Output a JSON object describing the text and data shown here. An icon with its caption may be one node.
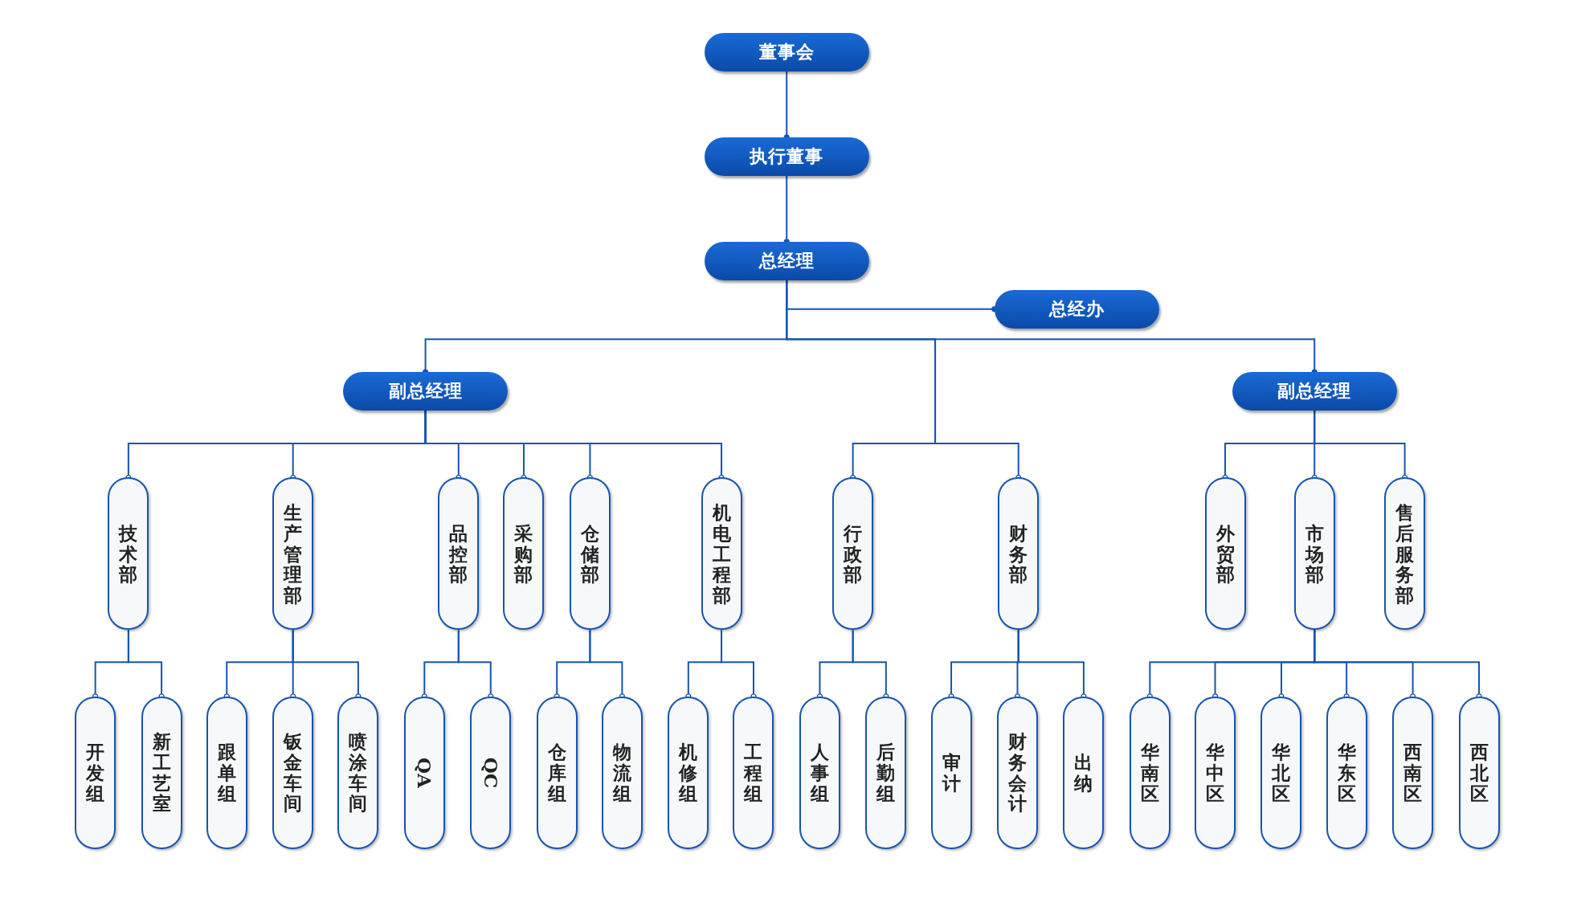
{
  "diagram": {
    "nodes": [
      {
        "text": [
          "董事会"
        ]
      },
      {
        "text": [
          "执行董事"
        ]
      },
      {
        "text": [
          "总经理"
        ]
      },
      {
        "text": [
          "总经办"
        ]
      },
      {
        "text": [
          "副总经理"
        ]
      },
      {
        "text": [
          "副总经理"
        ]
      },
      {
        "text": [
          "技术部"
        ]
      },
      {
        "text": [
          "生产管理部"
        ]
      },
      {
        "text": [
          "品控部"
        ]
      },
      {
        "text": [
          "采购部"
        ]
      },
      {
        "text": [
          "仓储部"
        ]
      },
      {
        "text": [
          "机电工程部"
        ]
      },
      {
        "text": [
          "行政部"
        ]
      },
      {
        "text": [
          "财务部"
        ]
      },
      {
        "text": [
          "外贸部"
        ]
      },
      {
        "text": [
          "市场部"
        ]
      },
      {
        "text": [
          "售后服务部"
        ]
      },
      {
        "text": [
          "开发组"
        ]
      },
      {
        "text": [
          "新工艺室"
        ]
      },
      {
        "text": [
          "跟单组"
        ]
      },
      {
        "text": [
          "钣金车间"
        ]
      },
      {
        "text": [
          "喷涂车间"
        ]
      },
      {
        "text": [
          "QA"
        ]
      },
      {
        "text": [
          "QC"
        ]
      },
      {
        "text": [
          "仓库组"
        ]
      },
      {
        "text": [
          "物流组"
        ]
      },
      {
        "text": [
          "机修组"
        ]
      },
      {
        "text": [
          "工程组"
        ]
      },
      {
        "text": [
          "人事组"
        ]
      },
      {
        "text": [
          "后勤组"
        ]
      },
      {
        "text": [
          "审计"
        ]
      },
      {
        "text": [
          "财务会计"
        ]
      },
      {
        "text": [
          "出纳"
        ]
      },
      {
        "text": [
          "华南区"
        ]
      },
      {
        "text": [
          "华中区"
        ]
      },
      {
        "text": [
          "华北区"
        ]
      },
      {
        "text": [
          "华东区"
        ]
      },
      {
        "text": [
          "西南区"
        ]
      },
      {
        "text": [
          "西北区"
        ]
      }
    ],
    "edges": [
      {
        "from": 0,
        "to": 1,
        "arrow": "other"
      },
      {
        "from": 1,
        "to": 2,
        "arrow": "other"
      },
      {
        "from": 2,
        "to": 3,
        "arrow": "other"
      },
      {
        "from": 2,
        "to": 4,
        "arrow": "other"
      },
      {
        "from": 2,
        "to": 5,
        "arrow": "other"
      },
      {
        "from": 2,
        "to": 12,
        "arrow": "other"
      },
      {
        "from": 2,
        "to": 13,
        "arrow": "other"
      },
      {
        "from": 4,
        "to": 6,
        "arrow": "other"
      },
      {
        "from": 4,
        "to": 7,
        "arrow": "other"
      },
      {
        "from": 4,
        "to": 8,
        "arrow": "other"
      },
      {
        "from": 4,
        "to": 9,
        "arrow": "other"
      },
      {
        "from": 4,
        "to": 10,
        "arrow": "other"
      },
      {
        "from": 4,
        "to": 11,
        "arrow": "other"
      },
      {
        "from": 5,
        "to": 14,
        "arrow": "other"
      },
      {
        "from": 5,
        "to": 15,
        "arrow": "other"
      },
      {
        "from": 5,
        "to": 16,
        "arrow": "other"
      },
      {
        "from": 6,
        "to": 17,
        "arrow": "other"
      },
      {
        "from": 6,
        "to": 18,
        "arrow": "other"
      },
      {
        "from": 7,
        "to": 19,
        "arrow": "other"
      },
      {
        "from": 7,
        "to": 20,
        "arrow": "other"
      },
      {
        "from": 7,
        "to": 21,
        "arrow": "other"
      },
      {
        "from": 8,
        "to": 22,
        "arrow": "other"
      },
      {
        "from": 8,
        "to": 23,
        "arrow": "other"
      },
      {
        "from": 10,
        "to": 24,
        "arrow": "other"
      },
      {
        "from": 10,
        "to": 25,
        "arrow": "other"
      },
      {
        "from": 11,
        "to": 26,
        "arrow": "other"
      },
      {
        "from": 11,
        "to": 27,
        "arrow": "other"
      },
      {
        "from": 12,
        "to": 28,
        "arrow": "other"
      },
      {
        "from": 12,
        "to": 29,
        "arrow": "other"
      },
      {
        "from": 13,
        "to": 30,
        "arrow": "other"
      },
      {
        "from": 13,
        "to": 31,
        "arrow": "other"
      },
      {
        "from": 13,
        "to": 32,
        "arrow": "other"
      },
      {
        "from": 15,
        "to": 33,
        "arrow": "other"
      },
      {
        "from": 15,
        "to": 34,
        "arrow": "other"
      },
      {
        "from": 15,
        "to": 35,
        "arrow": "other"
      },
      {
        "from": 15,
        "to": 36,
        "arrow": "other"
      },
      {
        "from": 15,
        "to": 37,
        "arrow": "other"
      },
      {
        "from": 15,
        "to": 38,
        "arrow": "other"
      }
    ]
  }
}
